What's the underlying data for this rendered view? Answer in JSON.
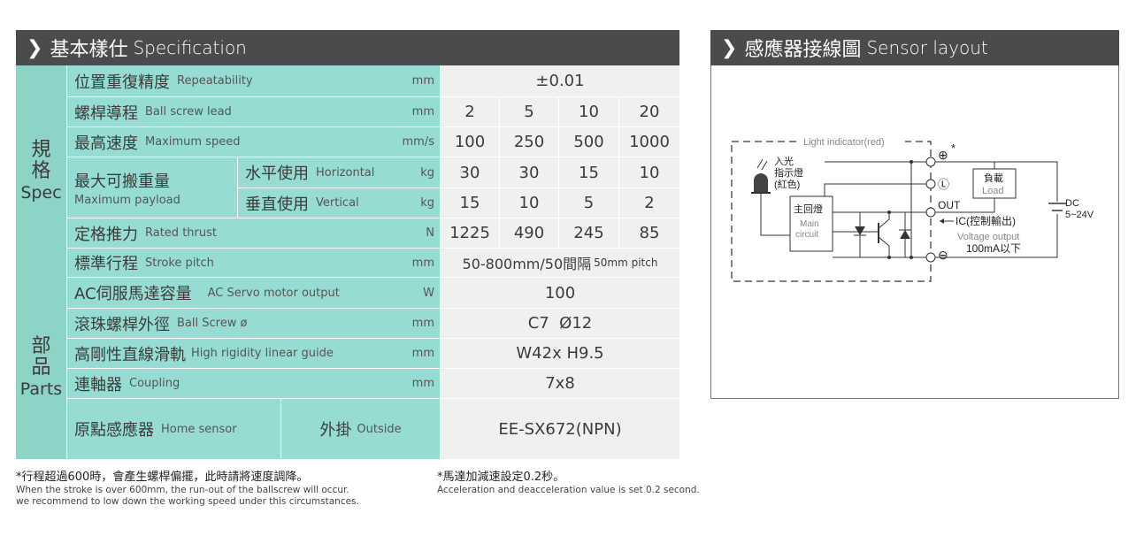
{
  "spec": {
    "header_zh": "基本樣仕",
    "header_en": "Specification",
    "side_spec": [
      "規",
      "格",
      "Spec"
    ],
    "side_parts": [
      "部",
      "品",
      "Parts"
    ],
    "rows": {
      "repeat": {
        "zh": "位置重復精度",
        "en": "Repeatability",
        "unit": "mm",
        "value": "±0.01"
      },
      "lead": {
        "zh": "螺桿導程",
        "en": "Ball screw lead",
        "unit": "mm",
        "values": [
          "2",
          "5",
          "10",
          "20"
        ]
      },
      "speed": {
        "zh": "最高速度",
        "en": "Maximum speed",
        "unit": "mm/s",
        "values": [
          "100",
          "250",
          "500",
          "1000"
        ]
      },
      "payload": {
        "zh": "最大可搬重量",
        "en": "Maximum payload",
        "horizontal": {
          "zh": "水平使用",
          "en": "Horizontal",
          "unit": "kg",
          "values": [
            "30",
            "30",
            "15",
            "10"
          ]
        },
        "vertical": {
          "zh": "垂直使用",
          "en": "Vertical",
          "unit": "kg",
          "values": [
            "15",
            "10",
            "5",
            "2"
          ]
        }
      },
      "thrust": {
        "zh": "定格推力",
        "en": "Rated thrust",
        "unit": "N",
        "values": [
          "1225",
          "490",
          "245",
          "85"
        ]
      },
      "stroke": {
        "zh": "標準行程",
        "en": "Stroke pitch",
        "unit": "mm",
        "value": "50-800mm/50間隔",
        "value_en": "50mm pitch"
      },
      "motor": {
        "zh": "AC伺服馬達容量",
        "en": "AC Servo motor output",
        "unit": "W",
        "value": "100"
      },
      "ballscrew": {
        "zh": "滾珠螺桿外徑",
        "en": "Ball Screw ø",
        "unit": "mm",
        "value": "C7  Ø12"
      },
      "guide": {
        "zh": "高剛性直線滑軌",
        "en": "High rigidity linear guide",
        "unit": "mm",
        "value": "W42x H9.5"
      },
      "coupling": {
        "zh": "連軸器",
        "en": "Coupling",
        "unit": "mm",
        "value": "7x8"
      },
      "home": {
        "zh": "原點感應器",
        "en": "Home sensor",
        "sub_zh": "外掛",
        "sub_en": "Outside",
        "value": "EE-SX672(NPN)"
      }
    }
  },
  "notes": {
    "left_zh": "*行程超過600時，會產生螺桿偏擺，此時請將速度調降。",
    "left_en1": "When the stroke is over 600mm, the run-out of the ballscrew will occur.",
    "left_en2": "we recommend to low down the working speed under this circumstances.",
    "right_zh": "*馬達加減速設定0.2秒。",
    "right_en": "Acceleration and deacceleration value is set 0.2 second."
  },
  "sensor": {
    "header_zh": "感應器接線圖",
    "header_en": "Sensor layout",
    "light_indicator": "Light indicator(red)",
    "incident_light": "入光",
    "indicator_zh": "指示燈",
    "red_zh": "(紅色)",
    "main_zh": "主回燈",
    "main_en1": "Main",
    "main_en2": "circuit",
    "load_zh": "負載",
    "load_en": "Load",
    "out": "OUT",
    "ic": "IC",
    "ic_zh": "(控制輸出)",
    "voltage_output": "Voltage output",
    "current": "100mA以下",
    "dc": "DC",
    "dc_range": "5~24V",
    "plus": "⊕",
    "star": "*",
    "l_term": "Ⓛ",
    "minus": "⊖"
  },
  "colors": {
    "header": "#4a4b4d",
    "teal": "#96dcd2",
    "grey": "#f0f0f0"
  }
}
